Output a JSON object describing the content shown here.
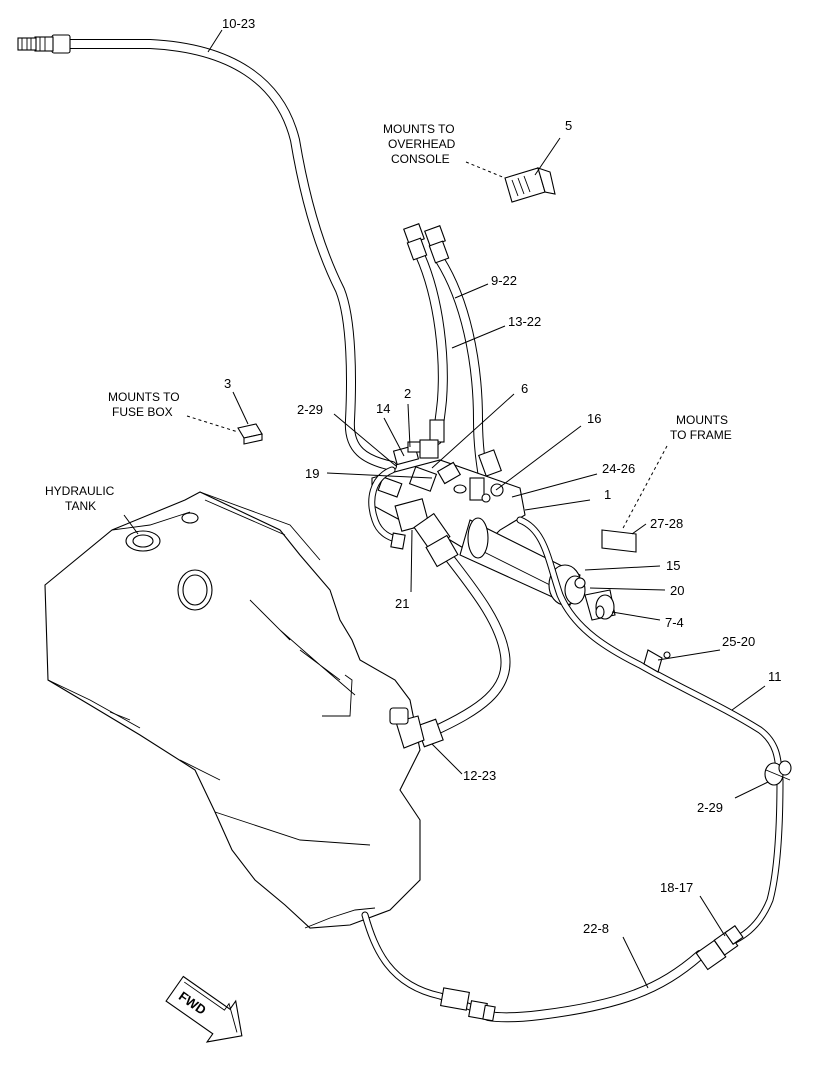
{
  "callouts": {
    "c10_23": "10-23",
    "c5": "5",
    "mounts_overhead_console": [
      "MOUNTS TO",
      "OVERHEAD",
      "CONSOLE"
    ],
    "c9_22": "9-22",
    "c13_22": "13-22",
    "c3": "3",
    "mounts_fuse_box": [
      "MOUNTS TO",
      "FUSE BOX"
    ],
    "c2": "2",
    "c6": "6",
    "c14": "14",
    "c2_29_top": "2-29",
    "c16": "16",
    "mounts_frame": [
      "MOUNTS",
      "TO FRAME"
    ],
    "c19": "19",
    "c24_26": "24-26",
    "c1": "1",
    "hydraulic_tank": [
      "HYDRAULIC",
      "TANK"
    ],
    "c27_28": "27-28",
    "c15": "15",
    "c20": "20",
    "c21": "21",
    "c7_4": "7-4",
    "c25_20": "25-20",
    "c11": "11",
    "c12_23": "12-23",
    "c2_29_right": "2-29",
    "c18_17": "18-17",
    "c22_8": "22-8",
    "fwd": "FWD"
  }
}
